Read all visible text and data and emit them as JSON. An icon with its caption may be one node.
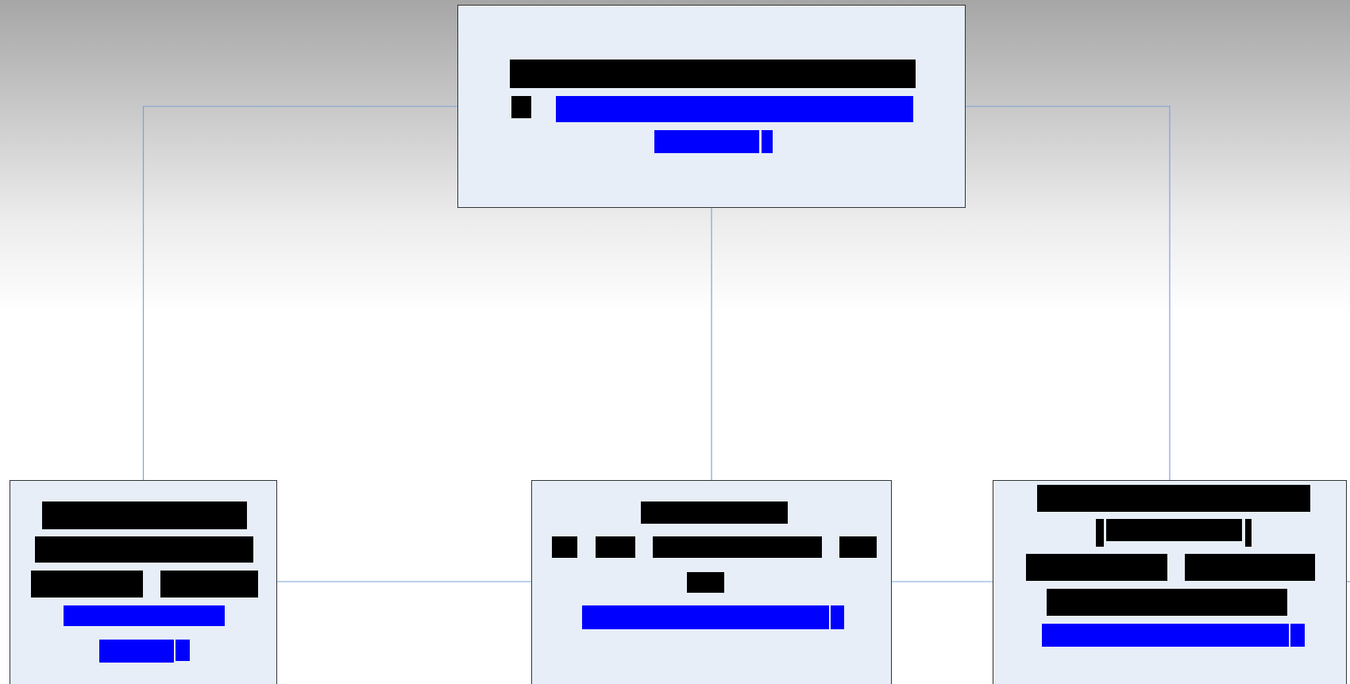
{
  "diagram": {
    "nodes": [
      {
        "text": [],
        "shape": "box"
      },
      {
        "text": [],
        "shape": "box"
      },
      {
        "text": [],
        "shape": "box"
      },
      {
        "text": [],
        "shape": "box"
      }
    ],
    "edges": [
      {
        "from": 0,
        "to": 1,
        "arrow": "none"
      },
      {
        "from": 0,
        "to": 2,
        "arrow": "none"
      },
      {
        "from": 0,
        "to": 3,
        "arrow": "none"
      },
      {
        "from": 1,
        "to": 2,
        "arrow": "none"
      },
      {
        "from": 2,
        "to": 3,
        "arrow": "none"
      },
      {
        "from": 3,
        "to": null,
        "arrow": "none"
      }
    ]
  }
}
